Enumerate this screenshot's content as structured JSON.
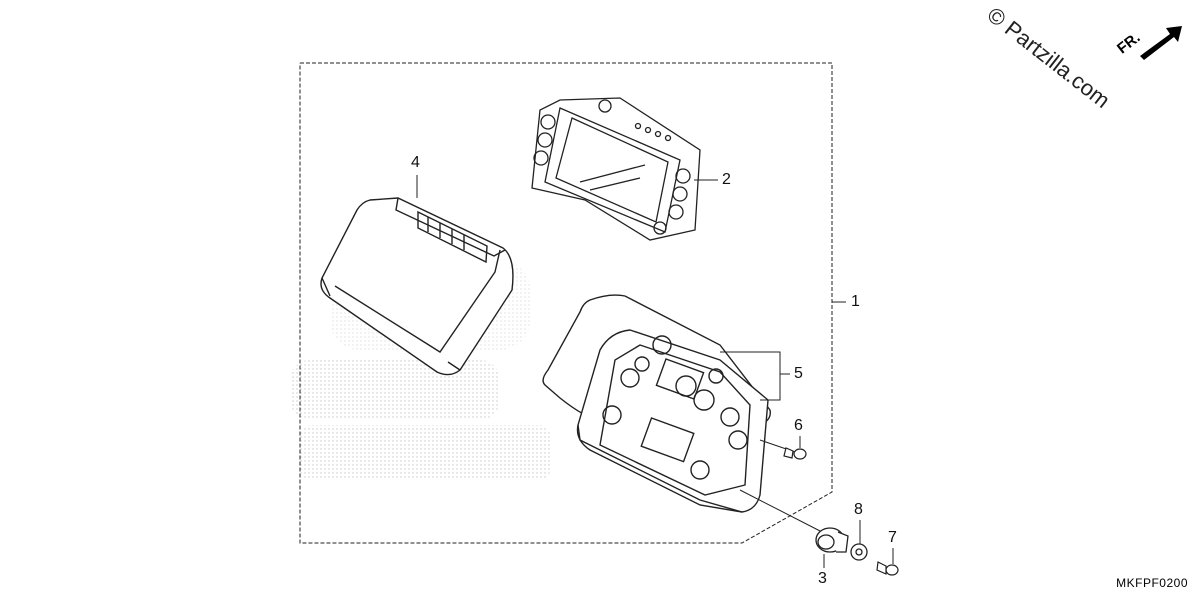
{
  "diagram": {
    "code": "MKFPF0200",
    "watermark": "© Partzilla.com",
    "front_label": "FR.",
    "callouts": {
      "c1": "1",
      "c2": "2",
      "c3": "3",
      "c4": "4",
      "c5": "5",
      "c6": "6",
      "c7": "7",
      "c8": "8"
    }
  }
}
